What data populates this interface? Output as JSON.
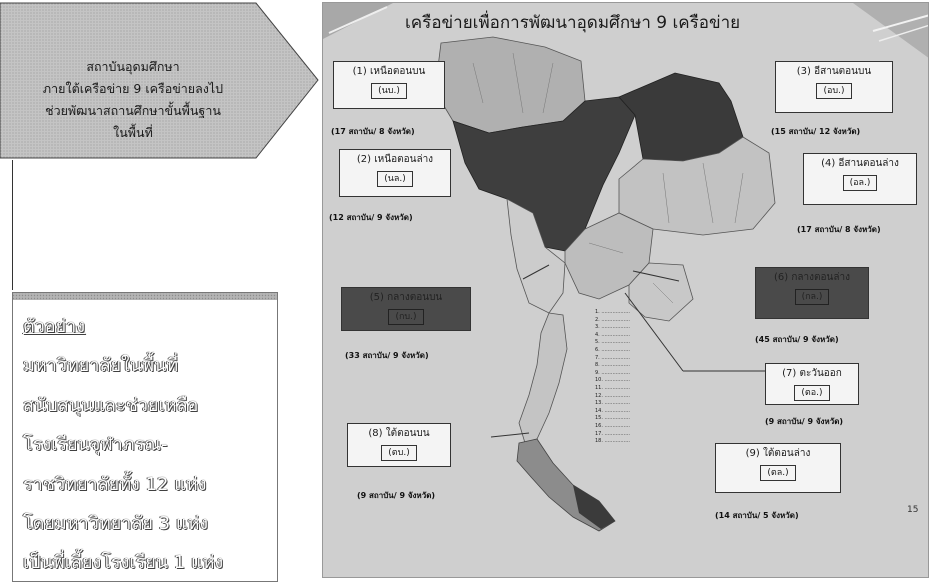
{
  "arrow_callout": {
    "lines": [
      "สถาบันอุดมศึกษา",
      "ภายใต้เครือข่าย 9 เครือข่ายลงไป",
      "ช่วยพัฒนาสถานศึกษาขั้นพื้นฐาน",
      "ในพื้นที่"
    ]
  },
  "example_box": {
    "lines": [
      "ตัวอย่าง",
      "มหาวิทยาลัยในพื้นที่",
      "สนับสนุนและช่วยเหลือ",
      "โรงเรียนจุฬาภรณ-",
      "ราชวิทยาลัยทั้ง 12 แห่ง",
      "โดยมหาวิทยาลัย 3 แห่ง",
      "เป็นพี่เลี้ยงโรงเรียน 1 แห่ง"
    ]
  },
  "map_panel": {
    "title": "เครือข่ายเพื่อการพัฒนาอุดมศึกษา 9 เครือข่าย",
    "networks": [
      {
        "name": "(1) เหนือตอนบน",
        "code": "(นบ.)",
        "count": "(17 สถาบัน/ 8 จังหวัด)"
      },
      {
        "name": "(2) เหนือตอนล่าง",
        "code": "(นล.)",
        "count": "(12 สถาบัน/ 9 จังหวัด)"
      },
      {
        "name": "(3) อีสานตอนบน",
        "code": "(อบ.)",
        "count": "(15 สถาบัน/ 12 จังหวัด)"
      },
      {
        "name": "(4) อีสานตอนล่าง",
        "code": "(อล.)",
        "count": "(17 สถาบัน/ 8 จังหวัด)"
      },
      {
        "name": "(5) กลางตอนบน",
        "code": "(กบ.)",
        "count": "(33 สถาบัน/ 9 จังหวัด)"
      },
      {
        "name": "(6) กลางตอนล่าง",
        "code": "(กล.)",
        "count": "(45 สถาบัน/ 9 จังหวัด)"
      },
      {
        "name": "(7) ตะวันออก",
        "code": "(ตอ.)",
        "count": "(9 สถาบัน/ 9 จังหวัด)"
      },
      {
        "name": "(8) ใต้ตอนบน",
        "code": "(ตบ.)",
        "count": "(9 สถาบัน/ 9 จังหวัด)"
      },
      {
        "name": "(9) ใต้ตอนล่าง",
        "code": "(ตล.)",
        "count": "(14 สถาบัน/ 5 จังหวัด)"
      }
    ],
    "page_number": "15"
  }
}
